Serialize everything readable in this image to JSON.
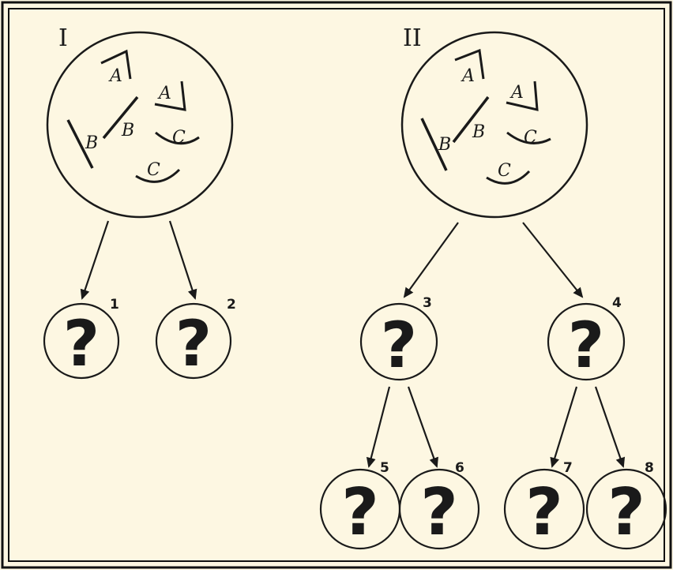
{
  "panels": [
    {
      "label": "I"
    },
    {
      "label": "II"
    }
  ],
  "chromosome_labels": {
    "a": "A",
    "b": "B",
    "c": "C"
  },
  "cells": [
    {
      "number": "1",
      "mark": "?"
    },
    {
      "number": "2",
      "mark": "?"
    },
    {
      "number": "3",
      "mark": "?"
    },
    {
      "number": "4",
      "mark": "?"
    },
    {
      "number": "5",
      "mark": "?"
    },
    {
      "number": "6",
      "mark": "?"
    },
    {
      "number": "7",
      "mark": "?"
    },
    {
      "number": "8",
      "mark": "?"
    }
  ],
  "colors": {
    "paper": "#fdf7e2",
    "ink": "#1a1a1a",
    "border": "#111111"
  }
}
